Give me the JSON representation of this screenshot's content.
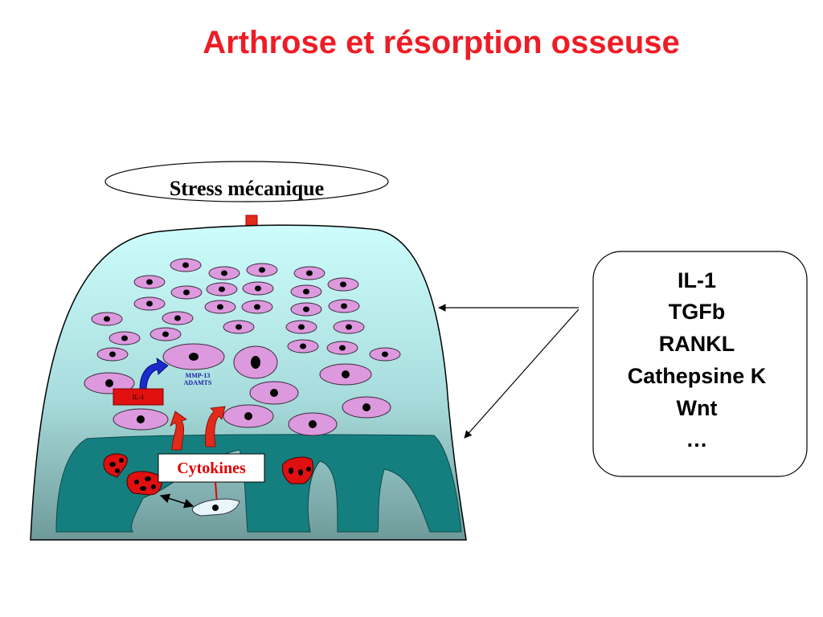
{
  "title": "Arthrose et résorption osseuse",
  "stress_label": "Stress mécanique",
  "mmp_label_line1": "MMP-13",
  "mmp_label_line2": "ADAMTS",
  "il1_box_label": "IL-1",
  "cytokines_label": "Cytokines",
  "factors": [
    "IL-1",
    "TGFb",
    "RANKL",
    "Cathepsine K",
    "Wnt",
    "…"
  ],
  "colors": {
    "title": "#ee1c25",
    "cell_fill": "#dd99dd",
    "cartilage_top": "#cbfbfb",
    "cartilage_bottom": "#7aa6a6",
    "bone": "#157f7f",
    "osteoclast": "#e01010",
    "arrow_red": "#e22a1a",
    "arrow_blue": "#1a2acc"
  },
  "icons": [
    "down-arrow-icon",
    "curved-blue-arrow-icon",
    "curved-red-arrow-icon",
    "double-arrow-icon"
  ]
}
